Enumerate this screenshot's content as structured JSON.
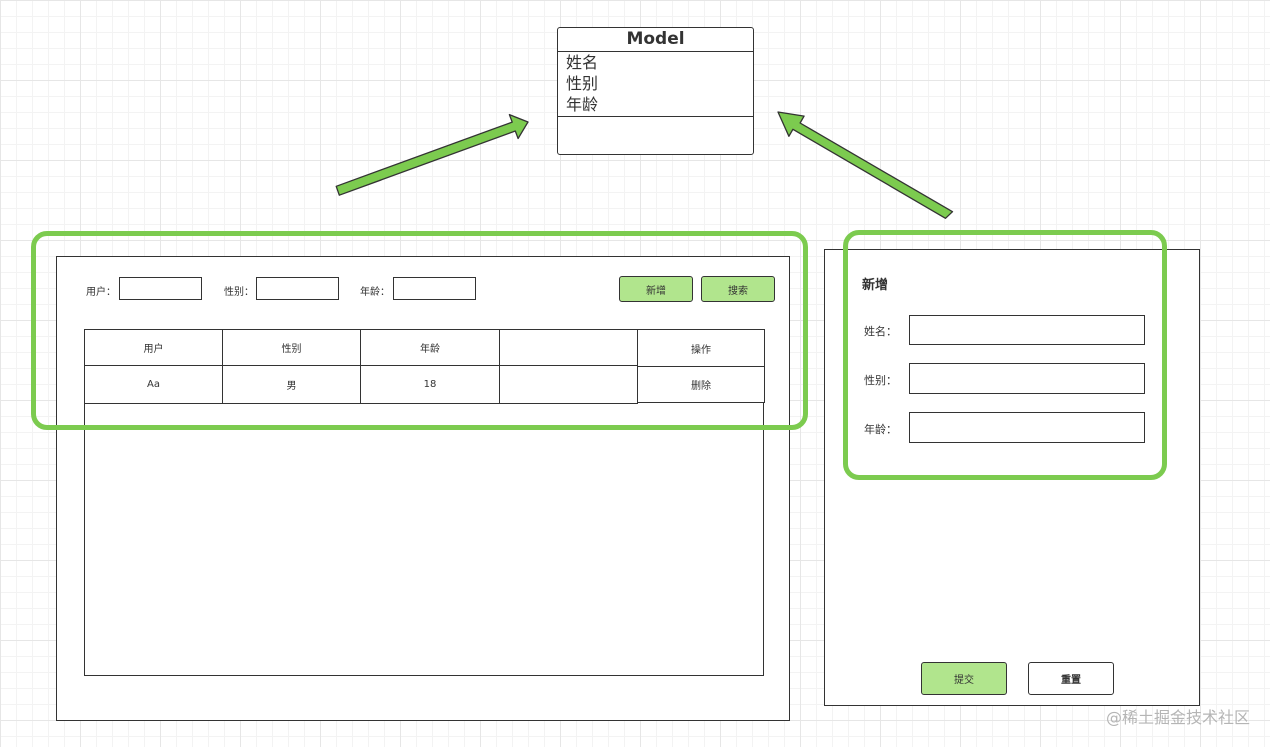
{
  "model": {
    "title": "Model",
    "fields": [
      "姓名",
      "性别",
      "年龄"
    ]
  },
  "search": {
    "user_label": "用户：",
    "gender_label": "性别：",
    "age_label": "年龄：",
    "add_label": "新增",
    "search_label": "搜索"
  },
  "table": {
    "headers": [
      "用户",
      "性别",
      "年龄",
      "",
      "操作"
    ],
    "rows": [
      [
        "Aa",
        "男",
        "18",
        "",
        "删除"
      ]
    ]
  },
  "form": {
    "title": "新增",
    "name_label": "姓名：",
    "gender_label": "性别：",
    "age_label": "年龄：",
    "submit_label": "提交",
    "reset_label": "重置"
  },
  "watermark": "@稀土掘金技术社区",
  "colors": {
    "highlight": "#7ccb4f",
    "button_fill": "#b1e58d",
    "stroke": "#333333"
  }
}
